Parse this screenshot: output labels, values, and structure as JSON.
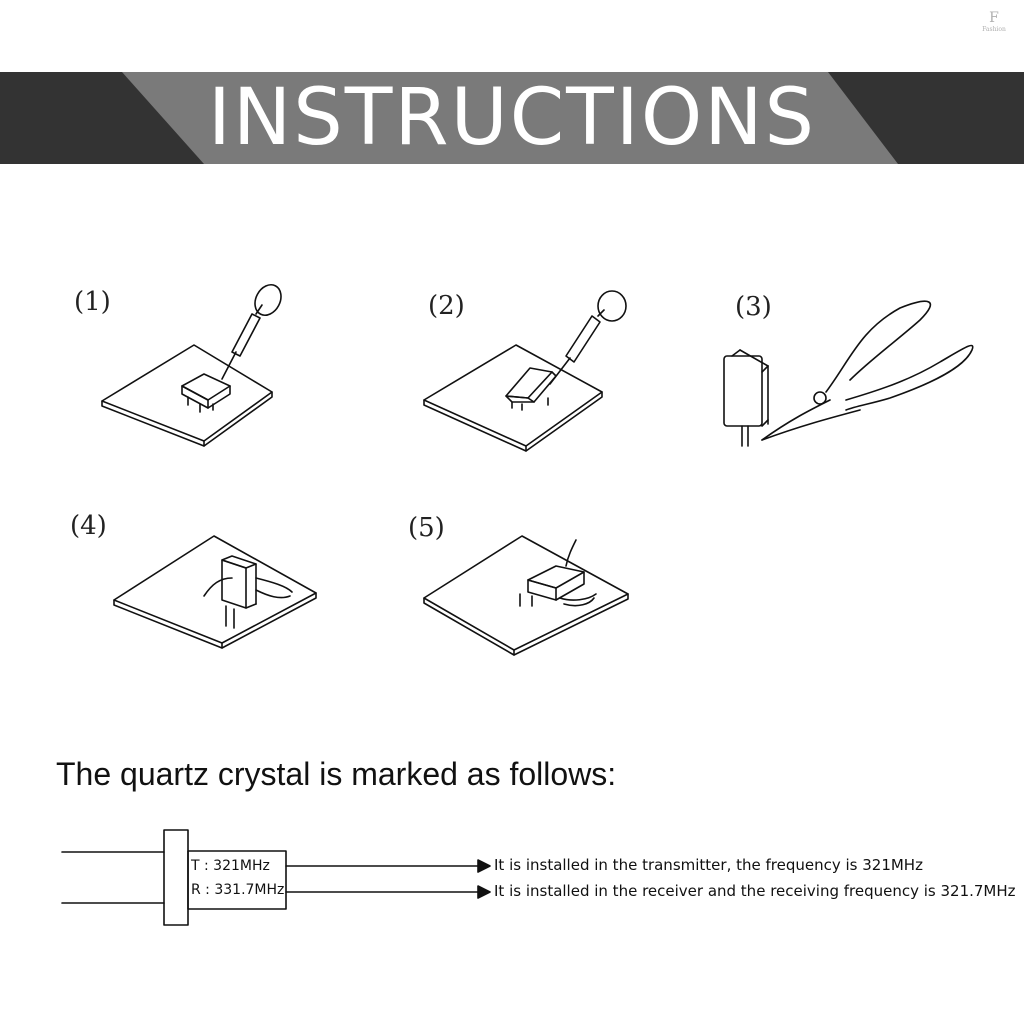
{
  "brand": {
    "mark": "F",
    "name": "Fashion"
  },
  "banner": {
    "title": "INSTRUCTIONS"
  },
  "steps": [
    {
      "label": "(1)",
      "icon": "soldering-iron-on-board"
    },
    {
      "label": "(2)",
      "icon": "soldering-iron-on-crystal"
    },
    {
      "label": "(3)",
      "icon": "pliers-cutting-crystal-pins"
    },
    {
      "label": "(4)",
      "icon": "crystal-upright-on-board"
    },
    {
      "label": "(5)",
      "icon": "crystal-bent-flat-on-board"
    }
  ],
  "marking": {
    "heading": "The quartz crystal is marked as follows:",
    "transmitter_mark": "T : 321MHz",
    "receiver_mark": "R : 331.7MHz",
    "transmitter_note": "It is installed in the transmitter, the frequency is 321MHz",
    "receiver_note": "It is installed in the receiver and the receiving frequency is 321.7MHz"
  },
  "colors": {
    "banner_dark": "#333333",
    "banner_light": "#7a7a7a",
    "line": "#111111"
  }
}
